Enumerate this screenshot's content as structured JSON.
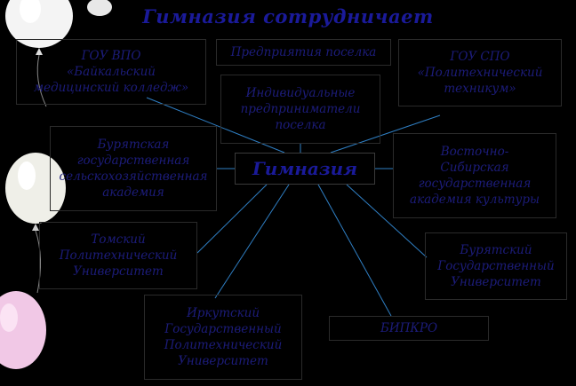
{
  "title": "Гимназия сотрудничает",
  "center": "Гимназия",
  "partners": [
    {
      "id": "bpk",
      "lines": [
        "ГОУ ВПО",
        "«Байкальский",
        "медицинский колледж»"
      ]
    },
    {
      "id": "enterprises",
      "lines": [
        "Предприятия поселка"
      ]
    },
    {
      "id": "politech-college",
      "lines": [
        "ГОУ СПО",
        "«Политехнический",
        "техникум»"
      ]
    },
    {
      "id": "entrepreneurs",
      "lines": [
        "Индивидуальные",
        "предприниматели",
        "поселка"
      ]
    },
    {
      "id": "agro-academy",
      "lines": [
        "Бурятская",
        "государственная",
        "сельскохозяйственная",
        "академия"
      ]
    },
    {
      "id": "culture-academy",
      "lines": [
        "Восточно-",
        "Сибирская",
        "государственная",
        "академия культуры"
      ]
    },
    {
      "id": "tomsk-univ",
      "lines": [
        "Томский",
        "Политехнический",
        "Университет"
      ]
    },
    {
      "id": "buryat-univ",
      "lines": [
        "Бурятский",
        "Государственный",
        "Университет"
      ]
    },
    {
      "id": "irkutsk-univ",
      "lines": [
        "Иркутский",
        "Государственный",
        "Политехнический",
        "Университет"
      ]
    },
    {
      "id": "bipkro",
      "lines": [
        "БИПКРО"
      ]
    }
  ],
  "colors": {
    "background": "#000000",
    "text": "#1c1c7a",
    "title": "#1a1a99",
    "connector": "#2f7fc4",
    "border": "#2a2a2a"
  },
  "decorations": [
    "balloon-icon",
    "balloon-icon",
    "balloon-icon",
    "balloon-icon"
  ]
}
